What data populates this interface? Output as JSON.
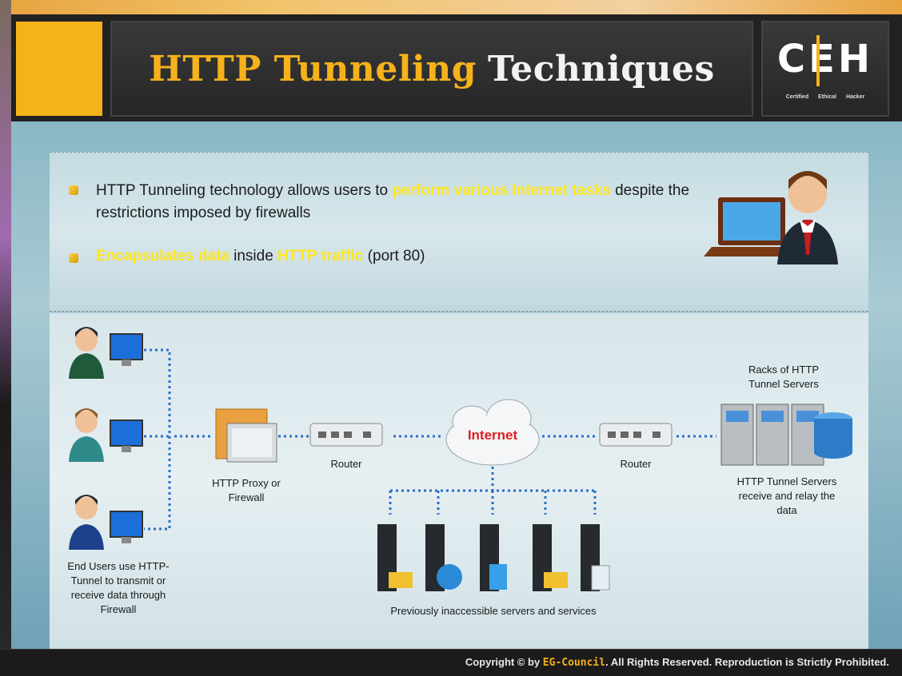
{
  "title": {
    "part1": "HTTP Tunneling",
    "part2": "Techniques"
  },
  "logo": {
    "text": "CEH",
    "sub": "Certified Ethical Hacker"
  },
  "bullets": [
    {
      "pre": "HTTP Tunneling technology allows users to ",
      "highlight": "perform various Internet tasks",
      "post": " despite the restrictions imposed by firewalls"
    },
    {
      "highlight1": "Encapsulates data",
      "mid": " inside ",
      "highlight2": "HTTP traffic",
      "post": " (port 80)"
    }
  ],
  "diagram": {
    "end_users_label": "End Users use HTTP-Tunnel to transmit or receive data through Firewall",
    "proxy_label": "HTTP Proxy or Firewall",
    "router_left_label": "Router",
    "router_right_label": "Router",
    "internet_label": "Internet",
    "racks_label": "Racks of HTTP Tunnel Servers",
    "tunnel_servers_label": "HTTP Tunnel Servers receive and relay the data",
    "inaccessible_label": "Previously inaccessible servers and services"
  },
  "colors": {
    "accent": "#f6b21b",
    "highlight": "#ffe61a",
    "link_line": "#2a6fc8",
    "internet_text": "#e02020"
  },
  "footer": {
    "pre": "Copyright © by ",
    "brand": "EG-Council",
    "post": ". All Rights Reserved. Reproduction is Strictly Prohibited."
  }
}
